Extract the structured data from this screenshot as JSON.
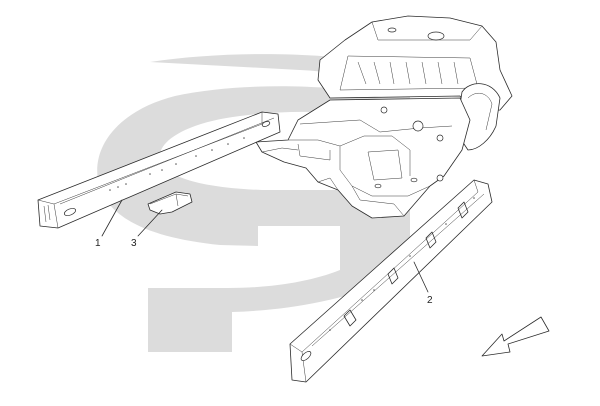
{
  "callouts": [
    {
      "id": "1",
      "label": "1"
    },
    {
      "id": "2",
      "label": "2"
    },
    {
      "id": "3",
      "label": "3"
    }
  ],
  "colors": {
    "watermark": "#dcdcdc",
    "line": "#2b2b2b",
    "background": "#ffffff"
  },
  "icons": {
    "direction_arrow": "front-direction-arrow-icon",
    "watermark": "brand-watermark-logo"
  }
}
